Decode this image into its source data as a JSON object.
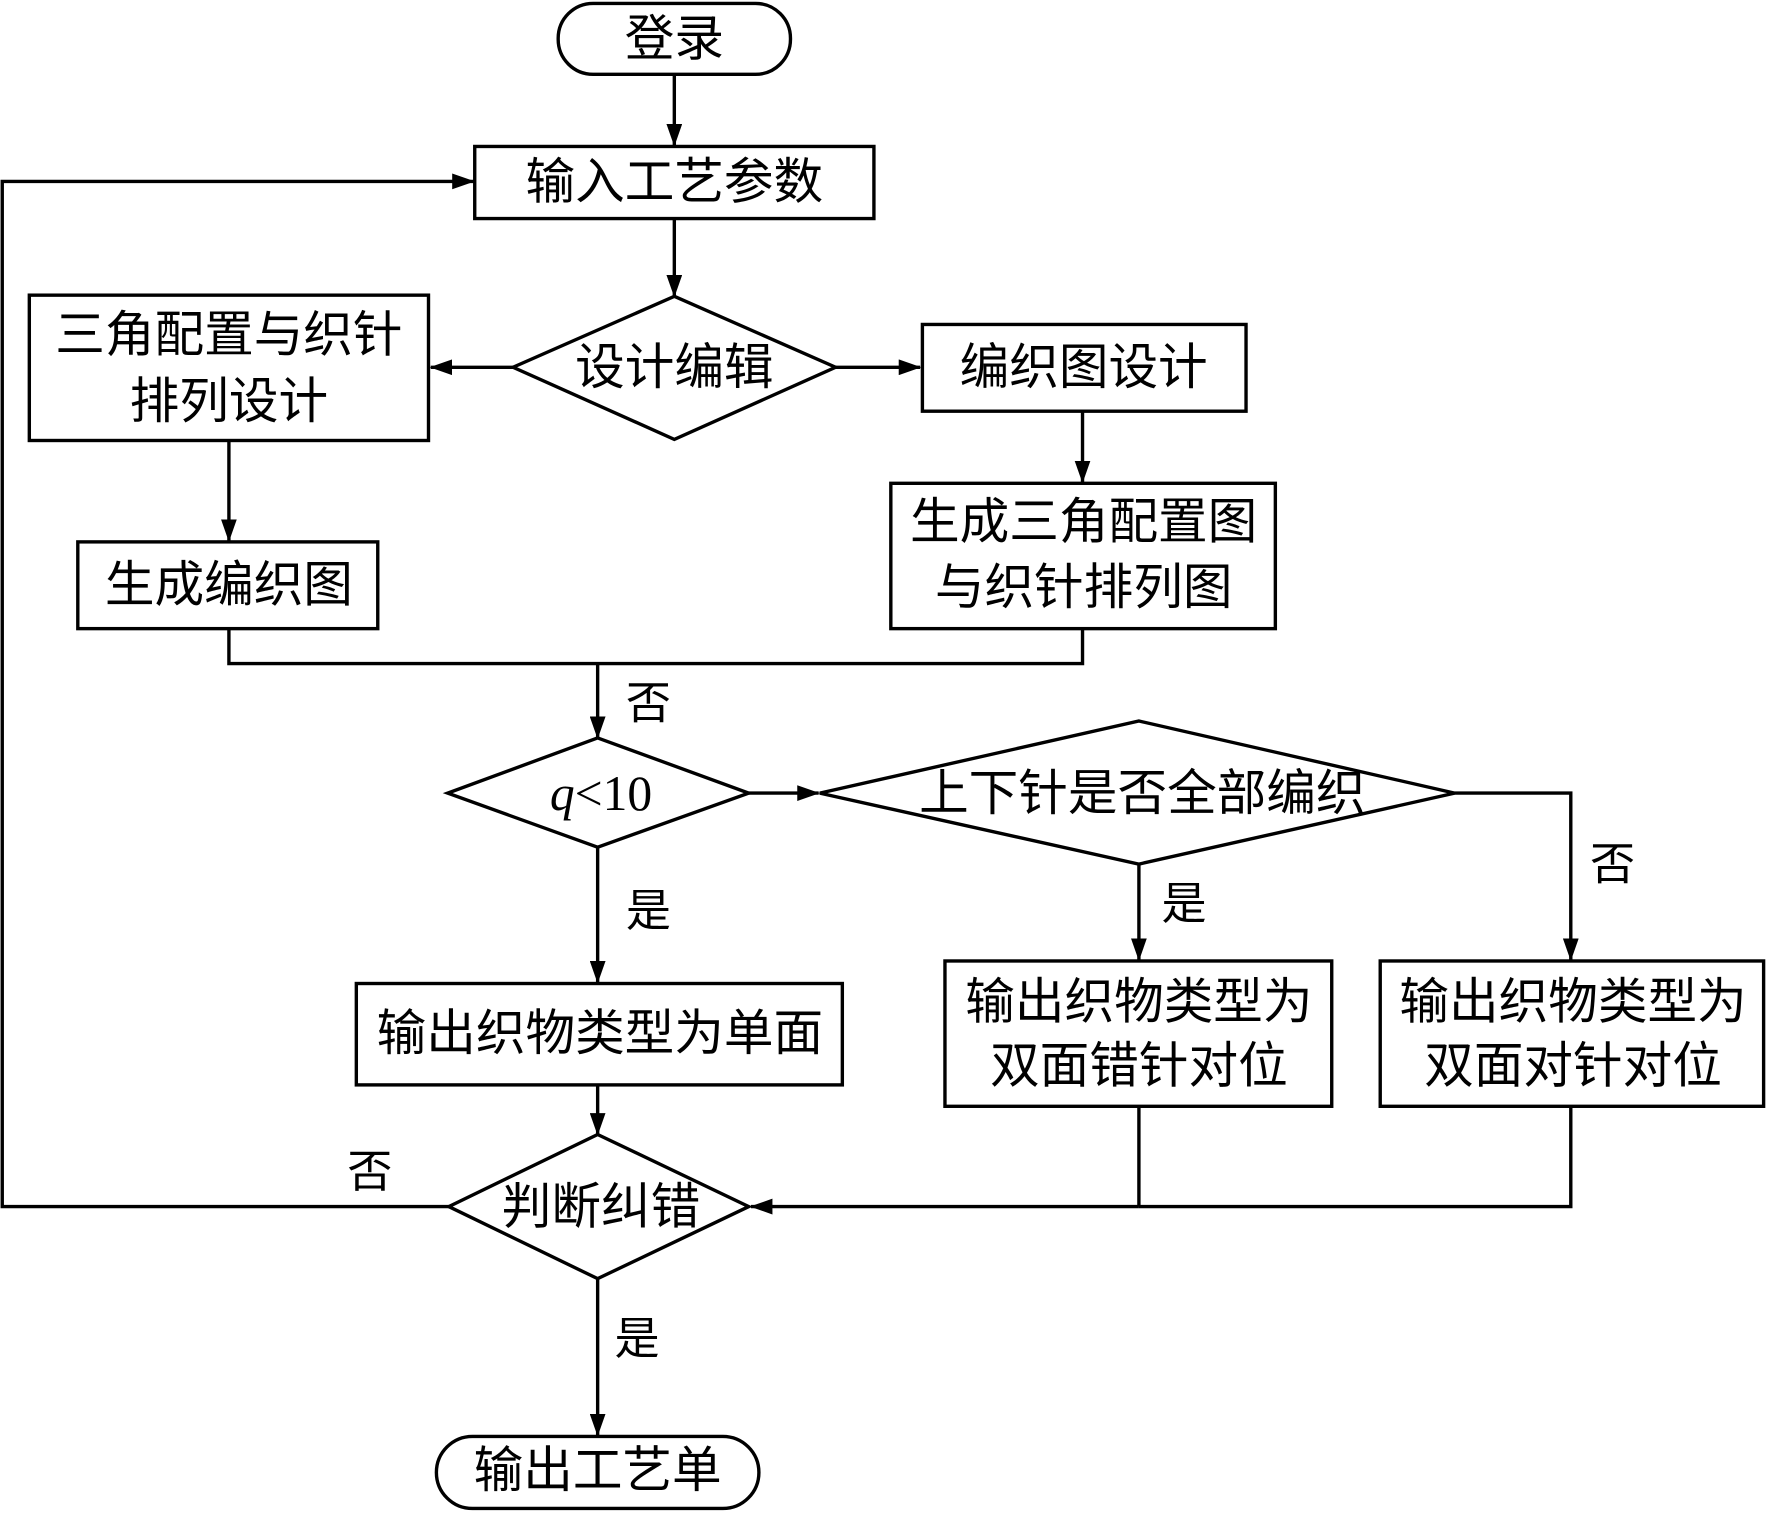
{
  "diagram": {
    "type": "flowchart",
    "colors": {
      "stroke": "#000000",
      "background": "#ffffff",
      "text": "#000000"
    },
    "nodes": {
      "login": {
        "shape": "terminal",
        "lines": [
          "登录"
        ]
      },
      "input_params": {
        "shape": "process",
        "lines": [
          "输入工艺参数"
        ]
      },
      "design_edit": {
        "shape": "decision",
        "lines": [
          "设计编辑"
        ]
      },
      "cam_needle_design": {
        "shape": "process",
        "lines": [
          "三角配置与织针",
          "排列设计"
        ]
      },
      "knit_chart_design": {
        "shape": "process",
        "lines": [
          "编织图设计"
        ]
      },
      "gen_knit_chart": {
        "shape": "process",
        "lines": [
          "生成编织图"
        ]
      },
      "gen_cam_needle_chart": {
        "shape": "process",
        "lines": [
          "生成三角配置图",
          "与织针排列图"
        ]
      },
      "q_check": {
        "shape": "decision",
        "var": "q",
        "rest": "<10"
      },
      "all_needles_check": {
        "shape": "decision",
        "lines": [
          "上下针是否全部编织"
        ]
      },
      "out_single": {
        "shape": "process",
        "lines": [
          "输出织物类型为单面"
        ]
      },
      "out_double_stagger": {
        "shape": "process",
        "lines": [
          "输出织物类型为",
          "双面错针对位"
        ]
      },
      "out_double_opposite": {
        "shape": "process",
        "lines": [
          "输出织物类型为",
          "双面对针对位"
        ]
      },
      "check_correct": {
        "shape": "decision",
        "lines": [
          "判断纠错"
        ]
      },
      "output_sheet": {
        "shape": "terminal",
        "lines": [
          "输出工艺单"
        ]
      }
    },
    "edges": [
      {
        "from": "login",
        "to": "input_params",
        "label": ""
      },
      {
        "from": "input_params",
        "to": "design_edit",
        "label": ""
      },
      {
        "from": "design_edit",
        "to": "cam_needle_design",
        "label": ""
      },
      {
        "from": "design_edit",
        "to": "knit_chart_design",
        "label": ""
      },
      {
        "from": "cam_needle_design",
        "to": "gen_knit_chart",
        "label": ""
      },
      {
        "from": "knit_chart_design",
        "to": "gen_cam_needle_chart",
        "label": ""
      },
      {
        "from": "gen_knit_chart",
        "to": "q_check",
        "label": "否"
      },
      {
        "from": "gen_cam_needle_chart",
        "to": "q_check",
        "label": "否"
      },
      {
        "from": "q_check",
        "to": "out_single",
        "label": "是"
      },
      {
        "from": "q_check",
        "to": "all_needles_check",
        "label": ""
      },
      {
        "from": "all_needles_check",
        "to": "out_double_stagger",
        "label": "是"
      },
      {
        "from": "all_needles_check",
        "to": "out_double_opposite",
        "label": "否"
      },
      {
        "from": "out_single",
        "to": "check_correct",
        "label": ""
      },
      {
        "from": "out_double_stagger",
        "to": "check_correct",
        "label": ""
      },
      {
        "from": "out_double_opposite",
        "to": "check_correct",
        "label": ""
      },
      {
        "from": "check_correct",
        "to": "input_params",
        "label": "否"
      },
      {
        "from": "check_correct",
        "to": "output_sheet",
        "label": "是"
      }
    ],
    "edge_labels": {
      "merge_no": "否",
      "q_yes": "是",
      "all_yes": "是",
      "all_no": "否",
      "check_no": "否",
      "check_yes": "是"
    }
  }
}
